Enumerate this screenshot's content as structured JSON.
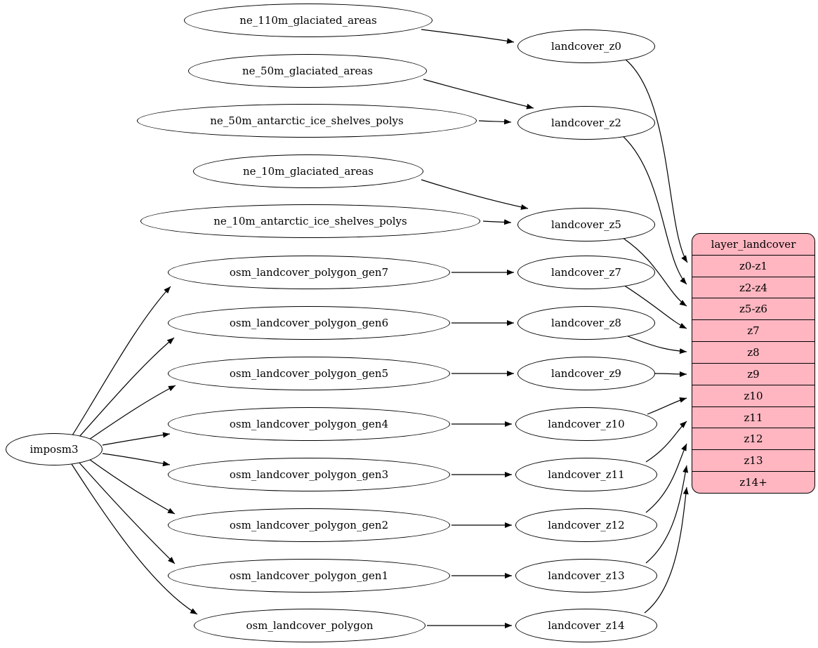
{
  "diagram": {
    "kind": "etl-mapping-graph",
    "importer": {
      "label": "imposm3"
    },
    "sources": [
      "ne_110m_glaciated_areas",
      "ne_50m_glaciated_areas",
      "ne_50m_antarctic_ice_shelves_polys",
      "ne_10m_glaciated_areas",
      "ne_10m_antarctic_ice_shelves_polys",
      "osm_landcover_polygon_gen7",
      "osm_landcover_polygon_gen6",
      "osm_landcover_polygon_gen5",
      "osm_landcover_polygon_gen4",
      "osm_landcover_polygon_gen3",
      "osm_landcover_polygon_gen2",
      "osm_landcover_polygon_gen1",
      "osm_landcover_polygon"
    ],
    "stages": [
      "landcover_z0",
      "landcover_z2",
      "landcover_z5",
      "landcover_z7",
      "landcover_z8",
      "landcover_z9",
      "landcover_z10",
      "landcover_z11",
      "landcover_z12",
      "landcover_z13",
      "landcover_z14"
    ],
    "layer_table": {
      "title": "layer_landcover",
      "rows": [
        "z0-z1",
        "z2-z4",
        "z5-z6",
        "z7",
        "z8",
        "z9",
        "z10",
        "z11",
        "z12",
        "z13",
        "z14+"
      ]
    },
    "edges": [
      {
        "from": "ne_110m_glaciated_areas",
        "to": "landcover_z0"
      },
      {
        "from": "ne_50m_glaciated_areas",
        "to": "landcover_z2"
      },
      {
        "from": "ne_50m_antarctic_ice_shelves_polys",
        "to": "landcover_z2"
      },
      {
        "from": "ne_10m_glaciated_areas",
        "to": "landcover_z5"
      },
      {
        "from": "ne_10m_antarctic_ice_shelves_polys",
        "to": "landcover_z5"
      },
      {
        "from": "imposm3",
        "to": "osm_landcover_polygon_gen7"
      },
      {
        "from": "imposm3",
        "to": "osm_landcover_polygon_gen6"
      },
      {
        "from": "imposm3",
        "to": "osm_landcover_polygon_gen5"
      },
      {
        "from": "imposm3",
        "to": "osm_landcover_polygon_gen4"
      },
      {
        "from": "imposm3",
        "to": "osm_landcover_polygon_gen3"
      },
      {
        "from": "imposm3",
        "to": "osm_landcover_polygon_gen2"
      },
      {
        "from": "imposm3",
        "to": "osm_landcover_polygon_gen1"
      },
      {
        "from": "imposm3",
        "to": "osm_landcover_polygon"
      },
      {
        "from": "osm_landcover_polygon_gen7",
        "to": "landcover_z7"
      },
      {
        "from": "osm_landcover_polygon_gen6",
        "to": "landcover_z8"
      },
      {
        "from": "osm_landcover_polygon_gen5",
        "to": "landcover_z9"
      },
      {
        "from": "osm_landcover_polygon_gen4",
        "to": "landcover_z10"
      },
      {
        "from": "osm_landcover_polygon_gen3",
        "to": "landcover_z11"
      },
      {
        "from": "osm_landcover_polygon_gen2",
        "to": "landcover_z12"
      },
      {
        "from": "osm_landcover_polygon_gen1",
        "to": "landcover_z13"
      },
      {
        "from": "osm_landcover_polygon",
        "to": "landcover_z14"
      },
      {
        "from": "landcover_z0",
        "to": "layer_landcover.z0-z1"
      },
      {
        "from": "landcover_z2",
        "to": "layer_landcover.z2-z4"
      },
      {
        "from": "landcover_z5",
        "to": "layer_landcover.z5-z6"
      },
      {
        "from": "landcover_z7",
        "to": "layer_landcover.z7"
      },
      {
        "from": "landcover_z8",
        "to": "layer_landcover.z8"
      },
      {
        "from": "landcover_z9",
        "to": "layer_landcover.z9"
      },
      {
        "from": "landcover_z10",
        "to": "layer_landcover.z10"
      },
      {
        "from": "landcover_z11",
        "to": "layer_landcover.z11"
      },
      {
        "from": "landcover_z12",
        "to": "layer_landcover.z12"
      },
      {
        "from": "landcover_z13",
        "to": "layer_landcover.z13"
      },
      {
        "from": "landcover_z14",
        "to": "layer_landcover.z14+"
      }
    ],
    "colors": {
      "table_fill": "#ffb6c1",
      "node_fill": "#ffffff",
      "stroke": "#000000",
      "background": "#ffffff"
    }
  }
}
